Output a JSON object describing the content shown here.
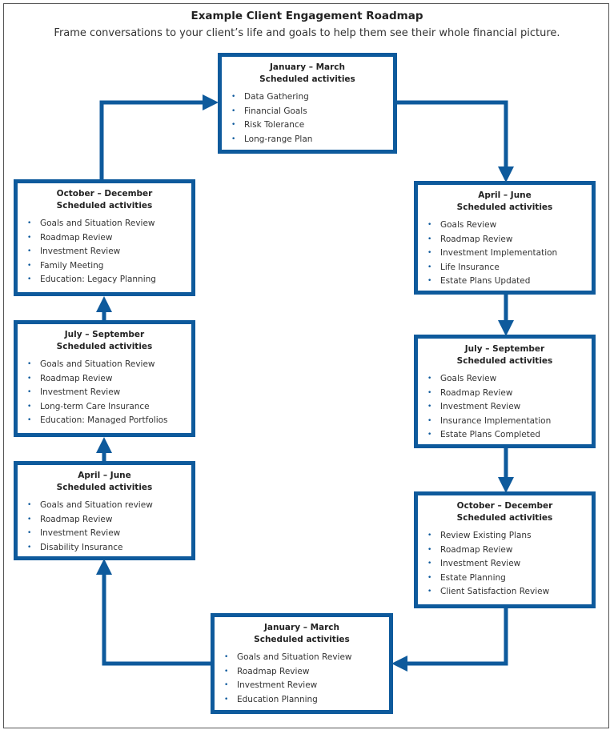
{
  "title": "Example Client Engagement Roadmap",
  "subtitle": "Frame conversations to your client’s life and goals to help them see their whole financial picture.",
  "colors": {
    "accent": "#0e5a9c"
  },
  "stages": [
    {
      "id": "y1-q1",
      "period": "January – March",
      "label": "Scheduled activities",
      "items": [
        "Data Gathering",
        "Financial Goals",
        "Risk Tolerance",
        "Long-range Plan"
      ]
    },
    {
      "id": "y1-q2",
      "period": "April – June",
      "label": "Scheduled activities",
      "items": [
        "Goals Review",
        "Roadmap Review",
        "Investment Implementation",
        "Life Insurance",
        "Estate Plans Updated"
      ]
    },
    {
      "id": "y1-q3",
      "period": "July – September",
      "label": "Scheduled activities",
      "items": [
        "Goals Review",
        "Roadmap Review",
        "Investment Review",
        "Insurance Implementation",
        "Estate Plans Completed"
      ]
    },
    {
      "id": "y1-q4",
      "period": "October – December",
      "label": "Scheduled activities",
      "items": [
        "Review Existing Plans",
        "Roadmap Review",
        "Investment Review",
        "Estate Planning",
        "Client Satisfaction Review"
      ]
    },
    {
      "id": "y2-q1",
      "period": "January – March",
      "label": "Scheduled activities",
      "items": [
        "Goals and Situation Review",
        "Roadmap Review",
        "Investment Review",
        "Education Planning"
      ]
    },
    {
      "id": "y2-q2",
      "period": "April – June",
      "label": "Scheduled activities",
      "items": [
        "Goals and Situation review",
        "Roadmap Review",
        "Investment Review",
        "Disability Insurance"
      ]
    },
    {
      "id": "y2-q3",
      "period": "July – September",
      "label": "Scheduled activities",
      "items": [
        "Goals and Situation Review",
        "Roadmap Review",
        "Investment Review",
        "Long-term Care Insurance",
        "Education: Managed Portfolios"
      ]
    },
    {
      "id": "y2-q4",
      "period": "October – December",
      "label": "Scheduled activities",
      "items": [
        "Goals and Situation Review",
        "Roadmap Review",
        "Investment Review",
        "Family Meeting",
        "Education: Legacy Planning"
      ]
    }
  ]
}
